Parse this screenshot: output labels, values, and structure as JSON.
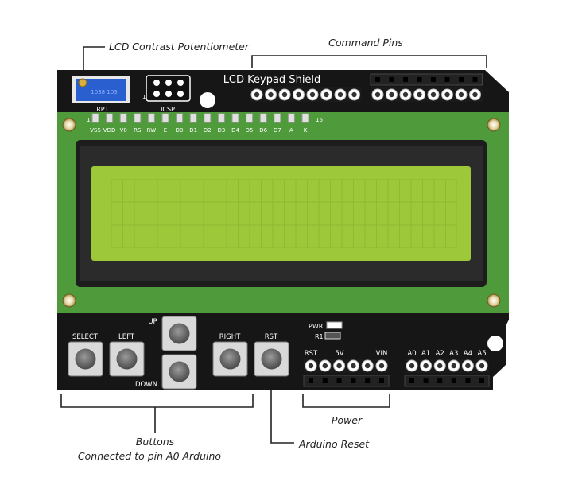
{
  "callouts": {
    "contrast": "LCD Contrast Potentiometer",
    "command": "Command Pins",
    "buttons_line1": "Buttons",
    "buttons_line2": "Connected to pin A0 Arduino",
    "reset": "Arduino Reset",
    "power": "Power"
  },
  "board": {
    "title": "LCD Keypad Shield",
    "rp1": "RP1",
    "icsp": "ICSP",
    "icsp_pin1": "1",
    "pot_marking": "1038 103",
    "pin_start": "1",
    "pin_end": "16",
    "lcd_pins": [
      "VSS",
      "VDD",
      "V0",
      "RS",
      "RW",
      "E",
      "D0",
      "D1",
      "D2",
      "D3",
      "D4",
      "D5",
      "D6",
      "D7",
      "A",
      "K"
    ],
    "buttons": {
      "select": "SELECT",
      "left": "LEFT",
      "up": "UP",
      "down": "DOWN",
      "right": "RIGHT",
      "rst": "RST"
    },
    "pwr": "PWR",
    "r1": "R1",
    "power_pins": [
      "RST",
      "5V",
      "VIN"
    ],
    "analog_pins": [
      "A0",
      "A1",
      "A2",
      "A3",
      "A4",
      "A5"
    ]
  },
  "colors": {
    "board": "#161616",
    "pcb_green": "#4f9a3a",
    "lcd_screen": "#9cc83a",
    "pot_blue": "#2a5fd0"
  }
}
